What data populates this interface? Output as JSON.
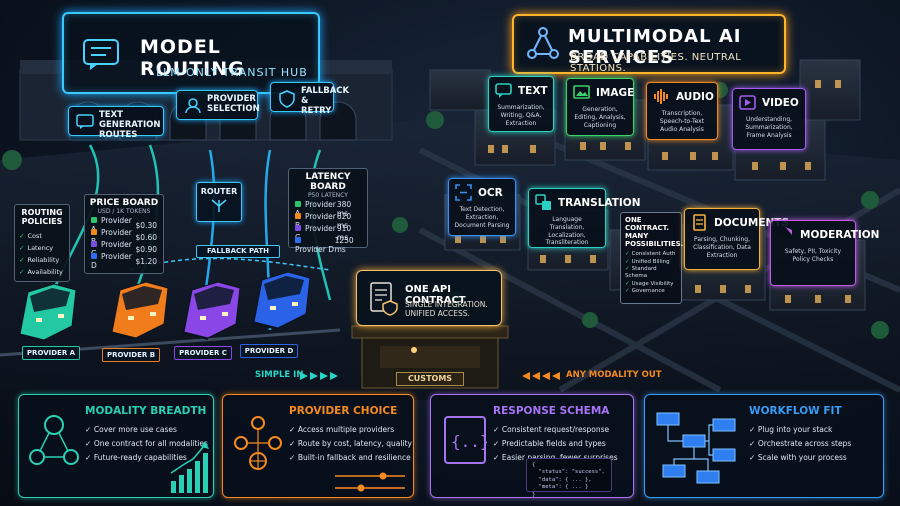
{
  "header": {
    "routing_title": "MODEL ROUTING",
    "routing_subtitle": "LLM-ONLY TRANSIT HUB",
    "mm_title": "MULTIMODAL AI SERVICES",
    "mm_subtitle": "BROAD CAPABILITIES. NEUTRAL STATIONS."
  },
  "station_badges": [
    {
      "label": "TEXT GENERATION ROUTES",
      "icon": "chat-icon"
    },
    {
      "label": "PROVIDER SELECTION",
      "icon": "person-icon"
    },
    {
      "label": "FALLBACK & RETRY",
      "icon": "shield-icon"
    }
  ],
  "routing_policies": {
    "title": "ROUTING POLICIES",
    "items": [
      "Cost",
      "Latency",
      "Reliability",
      "Availability"
    ]
  },
  "price_board": {
    "title": "PRICE BOARD",
    "subtitle": "USD / 1K TOKENS",
    "rows": [
      {
        "name": "Provider A",
        "value": "$0.30",
        "color": "#2fc46b"
      },
      {
        "name": "Provider B",
        "value": "$0.60",
        "color": "#f08a1c"
      },
      {
        "name": "Provider C",
        "value": "$0.90",
        "color": "#7a4ee0"
      },
      {
        "name": "Provider D",
        "value": "$1.20",
        "color": "#2f6bef"
      }
    ]
  },
  "latency_board": {
    "title": "LATENCY BOARD",
    "subtitle": "P50 LATENCY",
    "rows": [
      {
        "name": "Provider A",
        "value": "380 ms",
        "color": "#2fc46b"
      },
      {
        "name": "Provider B",
        "value": "620 ms",
        "color": "#f08a1c"
      },
      {
        "name": "Provider C",
        "value": "910 ms",
        "color": "#7a4ee0"
      },
      {
        "name": "Provider D",
        "value": "1250 ms",
        "color": "#2f6bef"
      }
    ]
  },
  "router_label": "ROUTER",
  "fallback_path_label": "FALLBACK PATH",
  "trains": [
    {
      "label": "PROVIDER A",
      "color": "#22c9a3"
    },
    {
      "label": "PROVIDER B",
      "color": "#f07c1c"
    },
    {
      "label": "PROVIDER C",
      "color": "#8a46e6"
    },
    {
      "label": "PROVIDER D",
      "color": "#2a62e8"
    }
  ],
  "contract": {
    "title": "ONE API CONTRACT",
    "line1": "SINGLE INTEGRATION.",
    "line2": "UNIFIED ACCESS.",
    "customs": "CUSTOMS"
  },
  "flow": {
    "in": "SIMPLE IN",
    "out": "ANY MODALITY OUT"
  },
  "services": [
    {
      "title": "TEXT",
      "desc": "Summarization, Writing, Q&A, Extraction",
      "color": "#2ad0c4",
      "icon": "chat-icon"
    },
    {
      "title": "IMAGE",
      "desc": "Generation, Editing, Analysis, Captioning",
      "color": "#3bd16b",
      "icon": "image-icon"
    },
    {
      "title": "AUDIO",
      "desc": "Transcription, Speech-to-Text Audio Analysis",
      "color": "#f58a1f",
      "icon": "audio-icon"
    },
    {
      "title": "VIDEO",
      "desc": "Understanding, Summarization, Frame Analysis",
      "color": "#a35cf0",
      "icon": "video-icon"
    },
    {
      "title": "OCR",
      "desc": "Text Detection, Extraction, Document Parsing",
      "color": "#3a8ff0",
      "icon": "ocr-icon"
    },
    {
      "title": "TRANSLATION",
      "desc": "Language Translation, Localization, Transliteration",
      "color": "#2ad0c4",
      "icon": "translate-icon"
    },
    {
      "title": "DOCUMENTS",
      "desc": "Parsing, Chunking, Classification, Data Extraction",
      "color": "#f5b13a",
      "icon": "document-icon"
    },
    {
      "title": "MODERATION",
      "desc": "Safety, PII, Toxicity Policy Checks",
      "color": "#c05be8",
      "icon": "shield-icon"
    }
  ],
  "one_contract": {
    "title": "ONE CONTRACT. MANY POSSIBILITIES.",
    "items": [
      "Consistent Auth",
      "Unified Billing",
      "Standard Schema",
      "Usage Visibility",
      "Governance"
    ]
  },
  "cards": [
    {
      "title": "MODALITY BREADTH",
      "color": "#2ad0b4",
      "items": [
        "Cover more use cases",
        "One contract for all modalities",
        "Future-ready capabilities"
      ]
    },
    {
      "title": "PROVIDER CHOICE",
      "color": "#f58a1f",
      "items": [
        "Access multiple providers",
        "Route by cost, latency, quality",
        "Built-in fallback and resilience"
      ]
    },
    {
      "title": "RESPONSE SCHEMA",
      "color": "#a873f5",
      "items": [
        "Consistent request/response",
        "Predictable fields and types",
        "Easier parsing, fewer surprises"
      ]
    },
    {
      "title": "WORKFLOW FIT",
      "color": "#3a9df5",
      "items": [
        "Plug into your stack",
        "Orchestrate across steps",
        "Scale with your process"
      ]
    }
  ],
  "json_snippet": "{\n  \"status\": \"success\",\n  \"data\": { ... },\n  \"meta\": { ... }\n}"
}
